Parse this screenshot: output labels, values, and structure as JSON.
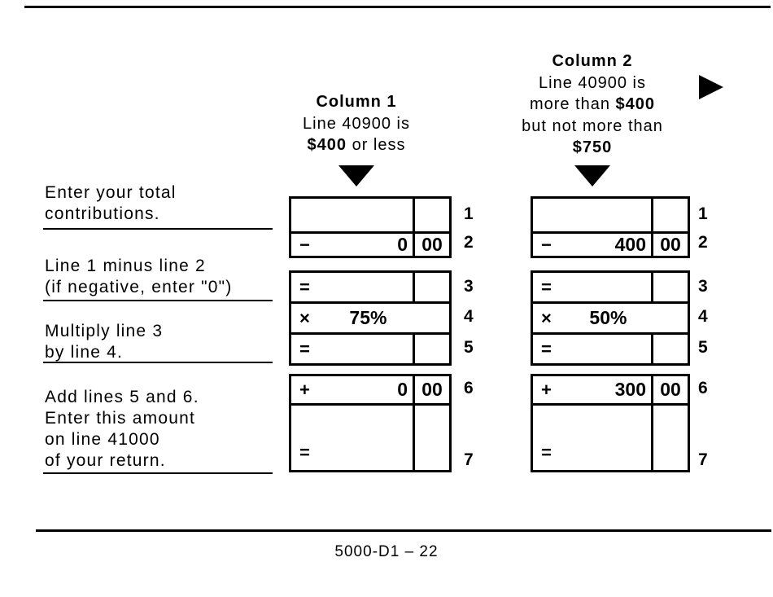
{
  "headers": {
    "column1": {
      "title": "Column 1",
      "line2": "Line 40900 is",
      "line3_bold": "$400",
      "line3_rest": " or less"
    },
    "column2": {
      "title": "Column 2",
      "line2": "Line 40900 is",
      "line3_pre": "more than ",
      "line3_bold": "$400",
      "line4": "but not more than",
      "line5_bold": "$750"
    }
  },
  "labels": [
    {
      "lines": [
        "Enter your total",
        "contributions."
      ]
    },
    {
      "lines": [
        "Line 1 minus line 2",
        "(if negative, enter \"0\")"
      ]
    },
    {
      "lines": [
        "Multiply line 3",
        "by line 4."
      ]
    },
    {
      "lines": [
        "Add lines 5 and 6.",
        "Enter this amount",
        "on line 41000",
        "of your return."
      ]
    }
  ],
  "worksheet": {
    "columns": [
      {
        "name": "Column 1",
        "rows": [
          {
            "num": "1",
            "op": "",
            "dollars": "",
            "cents": ""
          },
          {
            "num": "2",
            "op": "−",
            "dollars": "0",
            "cents": "00"
          },
          {
            "num": "3",
            "op": "=",
            "dollars": "",
            "cents": ""
          },
          {
            "num": "4",
            "op": "×",
            "value": "75%"
          },
          {
            "num": "5",
            "op": "=",
            "dollars": "",
            "cents": ""
          },
          {
            "num": "6",
            "op": "+",
            "dollars": "0",
            "cents": "00"
          },
          {
            "num": "7",
            "op": "=",
            "dollars": "",
            "cents": ""
          }
        ]
      },
      {
        "name": "Column 2",
        "rows": [
          {
            "num": "1",
            "op": "",
            "dollars": "",
            "cents": ""
          },
          {
            "num": "2",
            "op": "−",
            "dollars": "400",
            "cents": "00"
          },
          {
            "num": "3",
            "op": "=",
            "dollars": "",
            "cents": ""
          },
          {
            "num": "4",
            "op": "×",
            "value": "50%"
          },
          {
            "num": "5",
            "op": "=",
            "dollars": "",
            "cents": ""
          },
          {
            "num": "6",
            "op": "+",
            "dollars": "300",
            "cents": "00"
          },
          {
            "num": "7",
            "op": "=",
            "dollars": "",
            "cents": ""
          }
        ]
      }
    ]
  },
  "footer": {
    "page_id": "5000-D1 – 22"
  }
}
